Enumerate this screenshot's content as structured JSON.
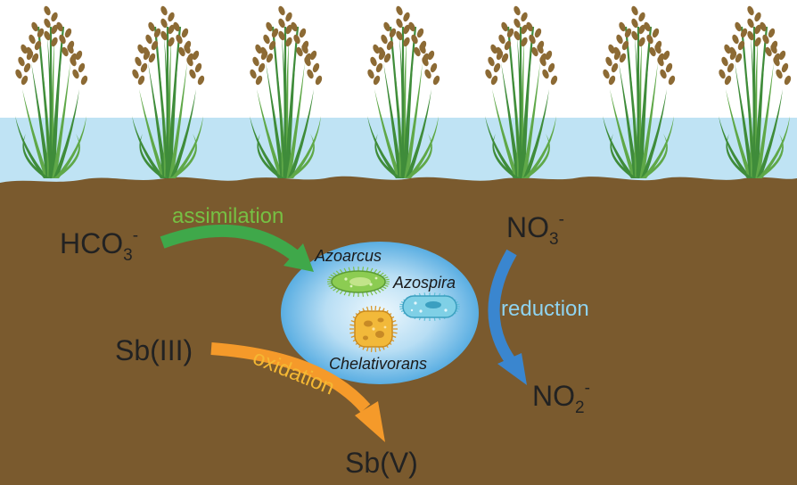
{
  "chemicals": {
    "bicarbonate": {
      "base": "HCO",
      "sub": "3",
      "sup": "-"
    },
    "nitrate": {
      "base": "NO",
      "sub": "3",
      "sup": "-"
    },
    "nitrite": {
      "base": "NO",
      "sub": "2",
      "sup": "-"
    },
    "antimonite": "Sb(III)",
    "antimonate": "Sb(V)"
  },
  "processes": {
    "assimilation": "assimilation",
    "reduction": "reduction",
    "oxidation": "oxidation"
  },
  "microbes": {
    "azoarcus": "Azoarcus",
    "azospira": "Azospira",
    "chelativorans": "Chelativorans"
  },
  "colors": {
    "sky": "#ffffff",
    "water": "#bfe3f4",
    "soil": "#7a5a2e",
    "soil_dark": "#6e5028",
    "leaf": "#5fa848",
    "leaf_dark": "#3f8c3a",
    "grain": "#8c6a34",
    "assimilation_arrow": "#3fa84a",
    "assimilation_text": "#76c043",
    "reduction_arrow": "#3a86cf",
    "reduction_text": "#8fd3f0",
    "oxidation_arrow": "#f59a2a",
    "oxidation_text": "#f5b833",
    "bubble_center": "#e9f6fd",
    "bubble_edge": "#5aaee2",
    "text_dark": "#222222"
  },
  "icons": [
    "rice-plant-icon",
    "bacterium-azoarcus-icon",
    "bacterium-azospira-icon",
    "bacterium-chelativorans-icon"
  ]
}
